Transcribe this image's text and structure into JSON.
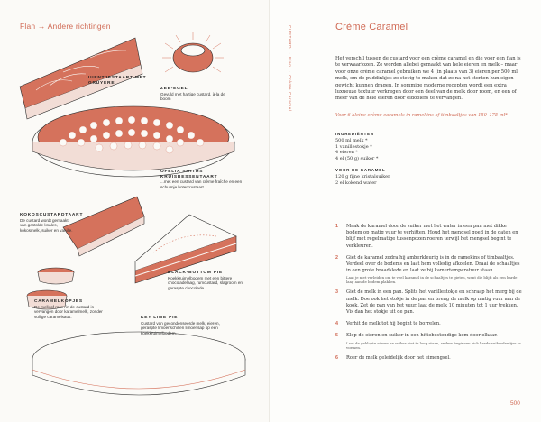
{
  "left": {
    "section": "Flan → Andere richtingen",
    "captions": [
      {
        "id": "uientjes",
        "title": "UIENTJESTAART MET GRUYÈRE",
        "text": ""
      },
      {
        "id": "zee-egel",
        "title": "ZEE-EGEL",
        "text": "Gevuld met hartige custard, à-la de boom"
      },
      {
        "id": "ofelia",
        "title": "OFELIA SMITHS KRUISBESSENTAART",
        "text": "...met een custard van crème fraîche en een schuimje botercrustaart."
      },
      {
        "id": "kokos",
        "title": "KOKOSCUSTARDTAART",
        "text": "De custard wordt gemaakt van gestolde knales, kokosmelk, suiker en vanille."
      },
      {
        "id": "black-bottom",
        "title": "BLACK-BOTTOM PIE",
        "text": "Koekkruimelbodem met een bittere chocoladelaag, rumcustard, slagroom en geraspte chocolade."
      },
      {
        "id": "caramelkopjes",
        "title": "CARAMELKOPJES",
        "text": "De melk of room in de custard is vervangen door karamelmelk, zonder vullige caramelsaus."
      },
      {
        "id": "key-lime",
        "title": "KEY LIME PIE",
        "text": "Custard van gecondenseerde melk, eieren, geraspte limoenschil en limoensap op een koekkruimelbodem."
      }
    ]
  },
  "right": {
    "vertical_tab": "CUSTARD → Flan → Crème Caramel",
    "title": "Crème Caramel",
    "intro": "Het verschil tussen de custard voor een crème caramel en die voor een flan is te verwaarlozen. Ze worden allebei gemaakt van hele eieren en melk – maar voor onze crème caramel gebruiken we 4 (in plaats van 3) eieren per 500 ml melk, om de puddinkjes zo stevig te maken dat ze na het storten hun eigen gewicht kunnen dragen. In sommige moderne recepten wordt een extra luxueuze textuur verkregen door een deel van de melk door room, en een of meer van de hele eieren door eidooiers te vervangen.",
    "yield": "Voor 6 kleine crème caramels in ramekins of timbaaltjes van 150–175 ml*",
    "ingredients_head": "INGREDIËNTEN",
    "ingredients": [
      "500 ml melk *",
      "1 vanillestokje *",
      "4 eieren *",
      "4 el (50 g) suiker *"
    ],
    "caramel_head": "VOOR DE KARAMEL",
    "caramel": [
      "120 g fijne kristalsuiker",
      "2 el kokend water"
    ],
    "steps": [
      {
        "n": "1",
        "text": "Maak de karamel door de suiker met het water in een pan met dikke bodem op matig vuur te verhitten. Houd het mengsel goed in de gaten en blijf met regelmatige tussenpozen roeren terwijl het mengsel begint te verkleuren.",
        "note": ""
      },
      {
        "n": "2",
        "text": "Giet de karamel zodra hij amberkleurig is in de ramekins of timbaaltjes. Verdeel over de bodems en laat hem volledig afkoelen. Draai de schaaltjes in een grote braadslede en laat ze bij kamertemperatuur staan.",
        "note": "Laat je niet verleiden om te veel karamel in de schaaltjes te gieten, want die blijft als een harde laag aan de bodem plakken."
      },
      {
        "n": "3",
        "text": "Giet de melk in een pan. Splits het vanillestokje en schraap het merg bij de melk. Doe ook het stokje in de pan en breng de melk op matig vuur aan de kook. Zet de pan van het vuur, laat de melk 10 minuten tot 1 uur trekken. Vis dan het stokje uit de pan.",
        "note": ""
      },
      {
        "n": "4",
        "text": "Verhit de melk tot hij begint te borrelen.",
        "note": ""
      },
      {
        "n": "5",
        "text": "Klop de eieren en suiker in een hittebestendige kom door elkaar.",
        "note": "Laat de geklopte eieren en suiker niet te lang staan, anders beginnen zich harde suikerdeeltjes te vormen."
      },
      {
        "n": "6",
        "text": "Roer de melk geleidelijk door het eimengsel.",
        "note": ""
      }
    ],
    "page_number": "500"
  }
}
